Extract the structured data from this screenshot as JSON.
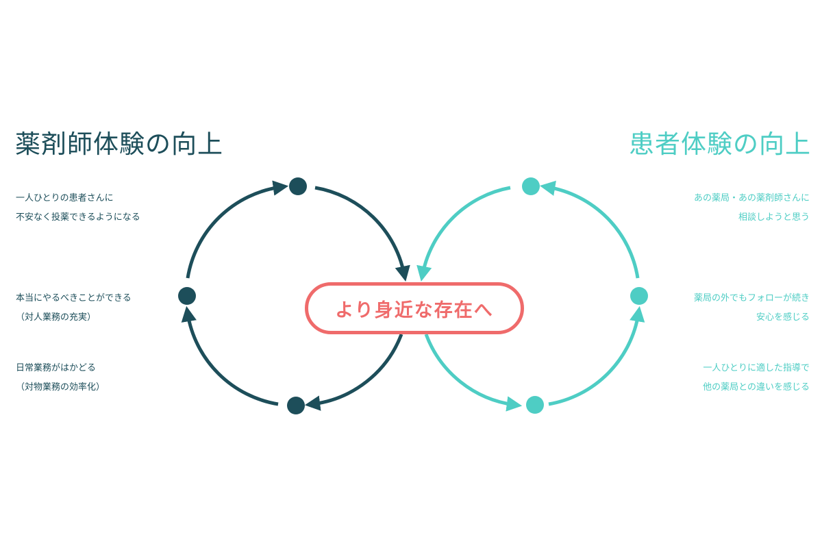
{
  "left": {
    "title": "薬剤師体験の向上",
    "color": "#1d4e5a",
    "items": [
      {
        "line1": "一人ひとりの患者さんに",
        "line2": "不安なく投薬できるようになる"
      },
      {
        "line1": "本当にやるべきことができる",
        "line2": "（対人業務の充実）"
      },
      {
        "line1": "日常業務がはかどる",
        "line2": "（対物業務の効率化）"
      }
    ]
  },
  "right": {
    "title": "患者体験の向上",
    "color": "#4ecdc4",
    "items": [
      {
        "line1": "あの薬局・あの薬剤師さんに",
        "line2": "相談しようと思う"
      },
      {
        "line1": "薬局の外でもフォローが続き",
        "line2": "安心を感じる"
      },
      {
        "line1": "一人ひとりに適した指導で",
        "line2": "他の薬局との違いを感じる"
      }
    ]
  },
  "center": {
    "label": "より身近な存在へ",
    "color": "#ef6b6b"
  }
}
